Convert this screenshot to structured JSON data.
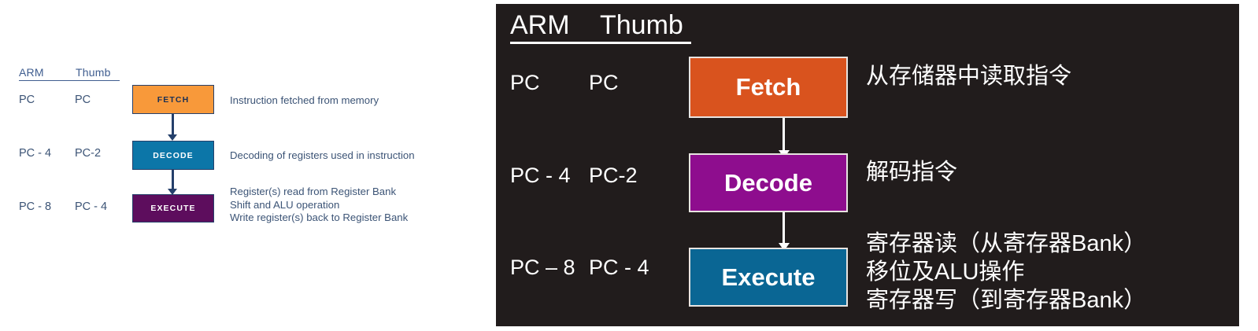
{
  "left_panel": {
    "header": {
      "arm": "ARM",
      "thumb": "Thumb"
    },
    "rows": [
      {
        "arm_pc": "PC",
        "thumb_pc": "PC",
        "stage": "FETCH",
        "desc_lines": [
          "Instruction fetched from memory"
        ]
      },
      {
        "arm_pc": "PC - 4",
        "thumb_pc": "PC-2",
        "stage": "DECODE",
        "desc_lines": [
          "Decoding of registers used in instruction"
        ]
      },
      {
        "arm_pc": "PC - 8",
        "thumb_pc": "PC - 4",
        "stage": "EXECUTE",
        "desc_lines": [
          "Register(s) read from Register Bank",
          "Shift and ALU operation",
          "Write register(s) back to Register Bank"
        ]
      }
    ],
    "colors": {
      "fetch": "#f8993a",
      "decode": "#0c76a8",
      "execute": "#5d0d5d",
      "border": "#25406b",
      "text": "#3c5476",
      "background": "#ffffff"
    }
  },
  "right_panel": {
    "header": {
      "arm": "ARM",
      "thumb": "Thumb"
    },
    "rows": [
      {
        "arm_pc": "PC",
        "thumb_pc": "PC",
        "stage": "Fetch",
        "desc_lines": [
          "从存储器中读取指令"
        ]
      },
      {
        "arm_pc": "PC - 4",
        "thumb_pc": "PC-2",
        "stage": "Decode",
        "desc_lines": [
          "解码指令"
        ]
      },
      {
        "arm_pc": "PC – 8",
        "thumb_pc": "PC - 4",
        "stage": "Execute",
        "desc_lines": [
          "寄存器读（从寄存器Bank）",
          "移位及ALU操作",
          "寄存器写（到寄存器Bank）"
        ]
      }
    ],
    "colors": {
      "fetch": "#d9531e",
      "decode": "#8e0d8e",
      "execute": "#0a6694",
      "border": "#e8e4e1",
      "text": "#ffffff",
      "background": "#211c1c"
    }
  }
}
